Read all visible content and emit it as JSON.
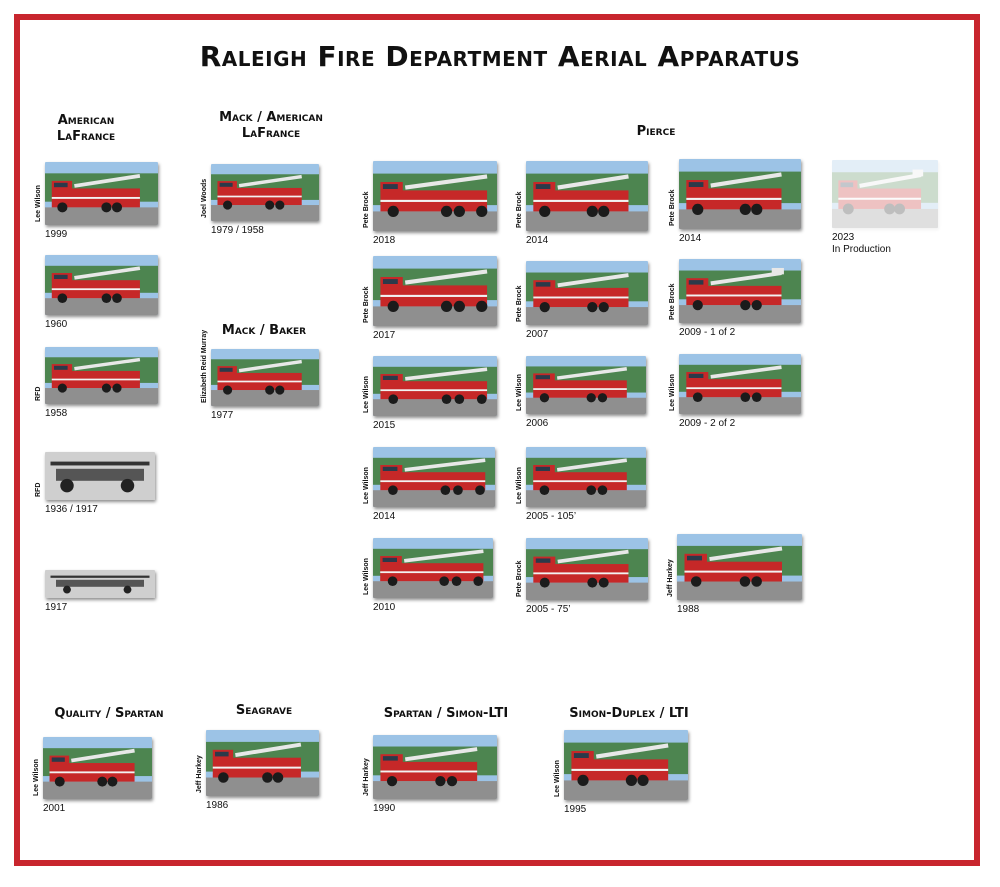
{
  "title": "Raleigh Fire Department Aerial Apparatus",
  "colors": {
    "border": "#c8262e",
    "truck_red": "#c62828",
    "sky": "#9cc3e6",
    "trees": "#3f7a35"
  },
  "sections": {
    "american_lafrance": {
      "title_line1": "American",
      "title_line2": "LaFrance",
      "photos": [
        {
          "caption": "1999",
          "credit": "Lee Wilson"
        },
        {
          "caption": "1960",
          "credit": ""
        },
        {
          "caption": "1958",
          "credit": "RFD"
        },
        {
          "caption": "1936 / 1917",
          "credit": "RFD"
        },
        {
          "caption": "1917",
          "credit": ""
        }
      ]
    },
    "mack_american_lafrance": {
      "title_line1": "Mack / American",
      "title_line2": "LaFrance",
      "photos": [
        {
          "caption": "1979 / 1958",
          "credit": "Joel Woods"
        }
      ]
    },
    "mack_baker": {
      "title": "Mack / Baker",
      "photos": [
        {
          "caption": "1977",
          "credit": "Elizabeth Reid Murray"
        }
      ]
    },
    "pierce": {
      "title": "Pierce",
      "photos": [
        {
          "caption": "2018",
          "credit": "Pete Brock"
        },
        {
          "caption": "2014",
          "credit": "Pete Brock"
        },
        {
          "caption": "2014",
          "credit": "Pete Brock"
        },
        {
          "caption": "2023",
          "caption2": "In Production",
          "credit": ""
        },
        {
          "caption": "2017",
          "credit": "Pete Brock"
        },
        {
          "caption": "2007",
          "credit": "Pete Brock"
        },
        {
          "caption": "2009 - 1 of 2",
          "credit": "Pete Brock"
        },
        {
          "caption": "2015",
          "credit": "Lee Wilson"
        },
        {
          "caption": "2006",
          "credit": "Lee Wilson"
        },
        {
          "caption": "2009 - 2 of 2",
          "credit": "Lee Wilson"
        },
        {
          "caption": "2014",
          "credit": "Lee Wilson"
        },
        {
          "caption": "2005 - 105’",
          "credit": "Lee Wilson"
        },
        {
          "caption": "2010",
          "credit": "Lee Wilson"
        },
        {
          "caption": "2005 - 75’",
          "credit": "Pete Brock"
        },
        {
          "caption": "1988",
          "credit": "Jeff Harkey"
        }
      ]
    },
    "quality_spartan": {
      "title": "Quality / Spartan",
      "photos": [
        {
          "caption": "2001",
          "credit": "Lee Wilson"
        }
      ]
    },
    "seagrave": {
      "title": "Seagrave",
      "photos": [
        {
          "caption": "1986",
          "credit": "Jeff Harkey"
        }
      ]
    },
    "spartan_simon_lti": {
      "title": "Spartan / Simon-LTI",
      "photos": [
        {
          "caption": "1990",
          "credit": "Jeff Harkey"
        }
      ]
    },
    "simon_duplex_lti": {
      "title": "Simon-Duplex / LTI",
      "photos": [
        {
          "caption": "1995",
          "credit": "Lee Wilson"
        }
      ]
    }
  }
}
